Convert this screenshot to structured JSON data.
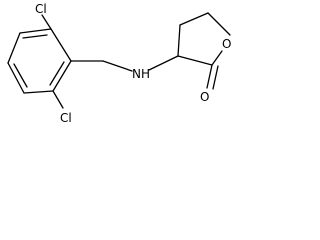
{
  "molecule": {
    "atoms": {
      "cl_top": "Cl",
      "cl_bottom": "Cl",
      "amine": "NH",
      "ring_oxygen": "O",
      "carbonyl_oxygen": "O"
    }
  }
}
